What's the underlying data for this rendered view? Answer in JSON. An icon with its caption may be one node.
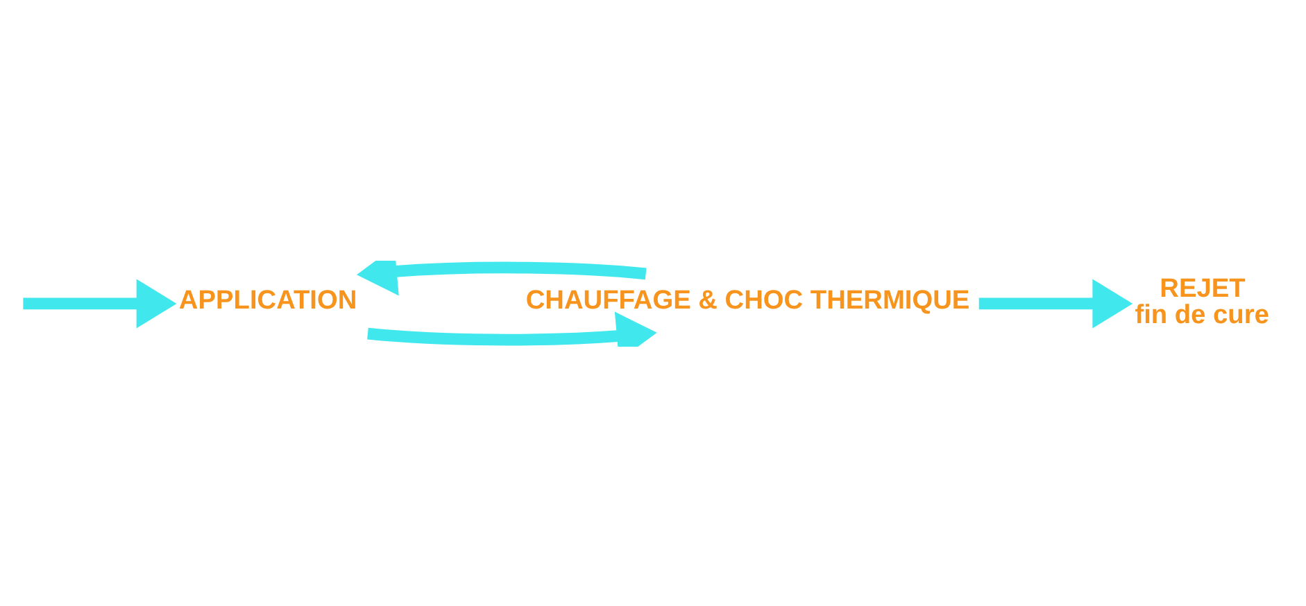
{
  "diagram": {
    "nodes": [
      {
        "text": [
          "APPLICATION"
        ]
      },
      {
        "text": [
          "CHAUFFAGE & CHOC THERMIQUE"
        ]
      },
      {
        "text": [
          "REJET",
          "fin de cure"
        ]
      }
    ],
    "edges": [
      {
        "from": null,
        "to": 0,
        "arrow": "to"
      },
      {
        "from": 0,
        "to": 1,
        "arrow": "to"
      },
      {
        "from": 1,
        "to": 0,
        "arrow": "to"
      },
      {
        "from": 1,
        "to": 2,
        "arrow": "to"
      }
    ]
  }
}
